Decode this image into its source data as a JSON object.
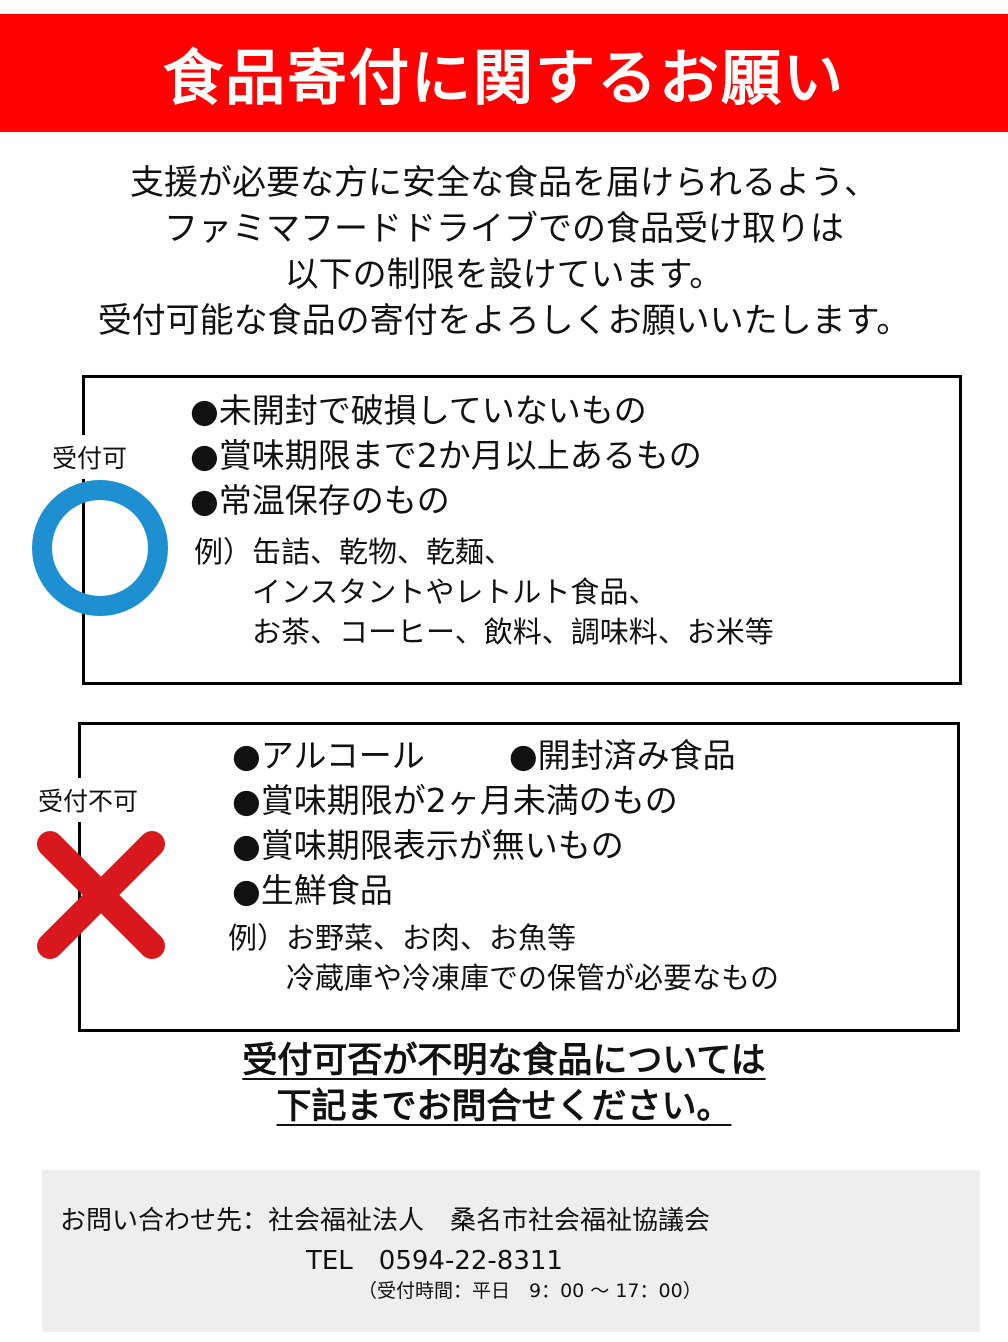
{
  "header": {
    "title": "食品寄付に関するお願い",
    "bg_color": "#ff0000",
    "text_color": "#ffffff"
  },
  "intro": {
    "lines": [
      "支援が必要な方に安全な食品を届けられるよう、",
      "ファミマフードドライブでの食品受け取りは",
      "以下の制限を設けています。",
      "受付可能な食品の寄付をよろしくお願いいたします。"
    ]
  },
  "accepted": {
    "label": "受付可",
    "mark_icon": "circle-icon",
    "mark_color": "#1e90d2",
    "items": [
      "●未開封で破損していないもの",
      "●賞味期限まで2か月以上あるもの",
      "●常温保存のもの"
    ],
    "example_prefix": "例）",
    "example_lines": [
      "缶詰、乾物、乾麺、",
      "インスタントやレトルト食品、",
      "お茶、コーヒー、飲料、調味料、お米等"
    ]
  },
  "rejected": {
    "label": "受付不可",
    "mark_icon": "cross-icon",
    "mark_color": "#d7191e",
    "items": [
      "●アルコール",
      "●開封済み食品",
      "●賞味期限が2ヶ月未満のもの",
      "●賞味期限表示が無いもの",
      "●生鮮食品"
    ],
    "example_prefix": "例）",
    "example_lines": [
      "お野菜、お肉、お魚等",
      "冷蔵庫や冷凍庫での保管が必要なもの"
    ]
  },
  "notice": {
    "lines": [
      "受付可否が不明な食品については",
      "下記までお問合せください。"
    ]
  },
  "contact": {
    "line1": "お問い合わせ先：社会福祉法人　桑名市社会福祉協議会",
    "line2": "TEL　0594-22-8311",
    "line3": "（受付時間：平日　9：00 ～ 17：00）",
    "bg_color": "#eeeeee"
  }
}
